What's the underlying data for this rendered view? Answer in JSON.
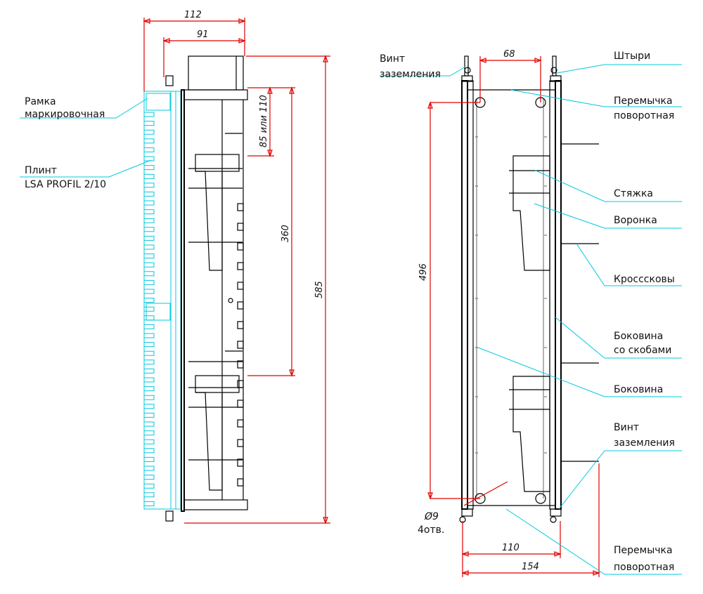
{
  "dimensions": {
    "d112": "112",
    "d91": "91",
    "d85_110": "85 или 110",
    "d360": "360",
    "d585": "585",
    "d68": "68",
    "d496": "496",
    "d9": "Ø9",
    "holes": "4отв.",
    "d110": "110",
    "d154": "154"
  },
  "labels": {
    "frame_line1": "Рамка",
    "frame_line2": "маркировочная",
    "plint_line1": "Плинт",
    "plint_line2": "LSA PROFIL 2/10",
    "ground_screw_top_1": "Винт",
    "ground_screw_top_2": "заземления",
    "pins": "Штыри",
    "jumper_top_1": "Перемычка",
    "jumper_top_2": "поворотная",
    "tie": "Стяжка",
    "funnel": "Воронка",
    "cross_brackets": "Кросссковы",
    "side_brackets_1": "Боковина",
    "side_brackets_2": "со скобами",
    "side": "Боковина",
    "ground_screw_bottom_1": "Винт",
    "ground_screw_bottom_2": "заземления",
    "jumper_bottom_1": "Перемычка",
    "jumper_bottom_2": "поворотная"
  },
  "colors": {
    "dimension_lines": "#e00000",
    "leader_lines": "#00c8e0",
    "outline": "#000000"
  }
}
